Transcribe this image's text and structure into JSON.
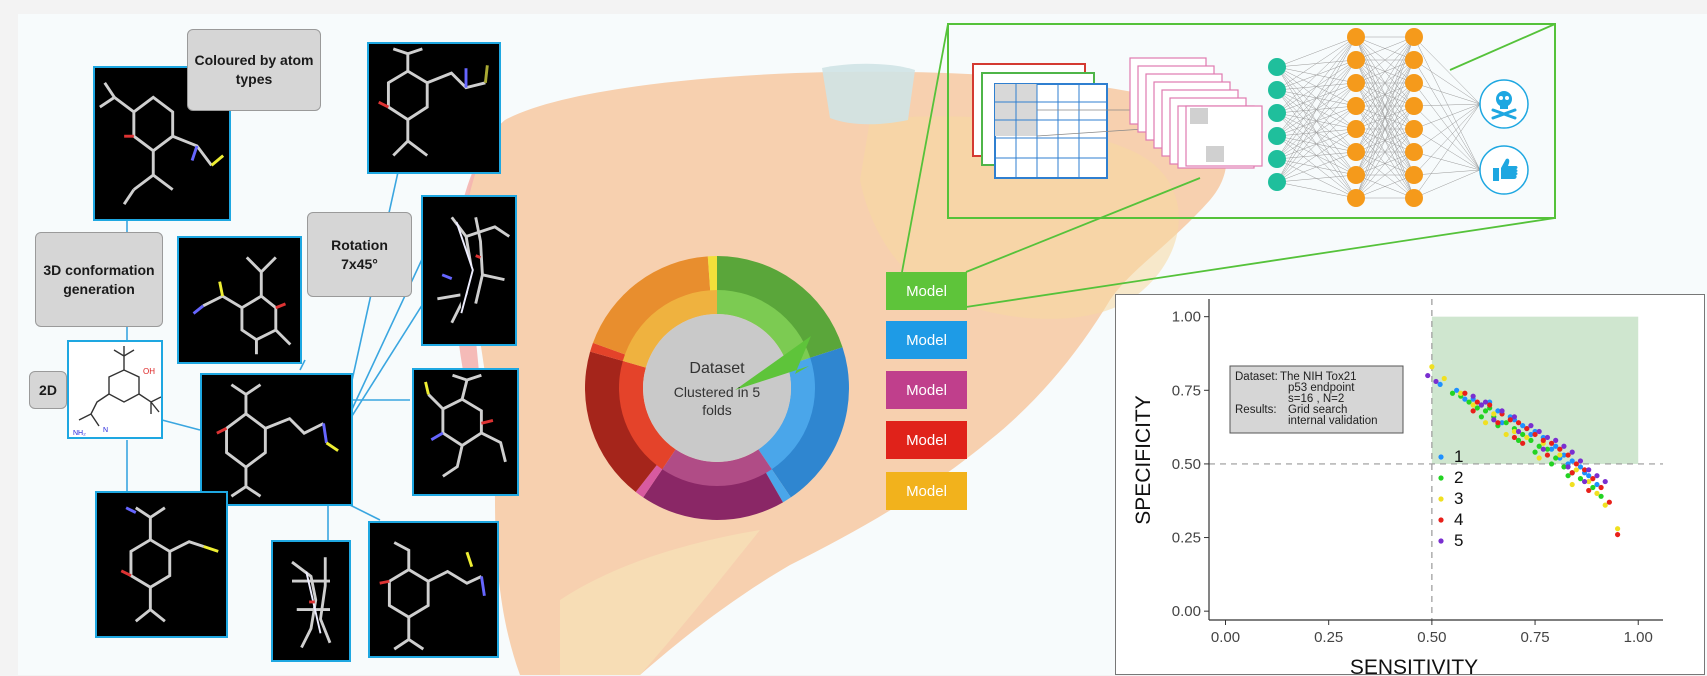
{
  "labels": {
    "coloured_by_atom_types": "Coloured by atom types",
    "conformation_generation": "3D conformation generation",
    "rotation": "Rotation 7x45°",
    "two_d": "2D"
  },
  "dataset": {
    "title": "Dataset",
    "subtitle": "Clustered in 5 folds"
  },
  "models": [
    "Model",
    "Model",
    "Model",
    "Model",
    "Model"
  ],
  "model_colors": [
    "#5ec43a",
    "#1e9be6",
    "#c03f8c",
    "#e0221a",
    "#f2b21c"
  ],
  "donut_colors": {
    "green": "#5aa63a",
    "green_light": "#7ccb52",
    "blue": "#2f86d0",
    "blue_light": "#4aa6ea",
    "purple": "#8a2766",
    "purple_light": "#b04c86",
    "red": "#a5251b",
    "red_light": "#e4432a",
    "orange": "#e88e2e",
    "orange_light": "#efb23f",
    "yellow": "#f3e03a"
  },
  "output_icons": [
    "skull-crossbones-icon",
    "thumbs-up-icon"
  ],
  "chart_data": {
    "type": "scatter",
    "xlabel": "SENSITIVITY",
    "ylabel": "SPECIFICITY",
    "xlim": [
      -0.04,
      1.06
    ],
    "ylim": [
      -0.03,
      1.06
    ],
    "xticks": [
      "0.00",
      "0.25",
      "0.50",
      "0.75",
      "1.00"
    ],
    "yticks": [
      "0.00",
      "0.25",
      "0.50",
      "0.75",
      "1.00"
    ],
    "reference_lines": {
      "x": 0.5,
      "y": 0.5
    },
    "highlight_region": {
      "x": [
        0.5,
        1.0
      ],
      "y": [
        0.5,
        1.0
      ],
      "color": "#cfe6cf"
    },
    "annotation": {
      "dataset_label": "Dataset:",
      "dataset_value": "The NIH Tox21",
      "dataset_line2": "p53 endpoint",
      "dataset_line3": "s=16 , N=2",
      "results_label": "Results:",
      "results_value": "Grid search",
      "results_line2": "internal validation"
    },
    "legend": {
      "placement": "inside-bottom-center",
      "entries": [
        "1",
        "2",
        "3",
        "4",
        "5"
      ]
    },
    "series": [
      {
        "name": "1",
        "color": "#1e90ff",
        "points": [
          [
            0.52,
            0.77
          ],
          [
            0.58,
            0.72
          ],
          [
            0.62,
            0.7
          ],
          [
            0.66,
            0.68
          ],
          [
            0.7,
            0.65
          ],
          [
            0.72,
            0.63
          ],
          [
            0.75,
            0.61
          ],
          [
            0.77,
            0.59
          ],
          [
            0.8,
            0.56
          ],
          [
            0.82,
            0.53
          ],
          [
            0.84,
            0.51
          ],
          [
            0.86,
            0.49
          ],
          [
            0.88,
            0.46
          ],
          [
            0.64,
            0.71
          ],
          [
            0.69,
            0.66
          ],
          [
            0.74,
            0.6
          ],
          [
            0.79,
            0.55
          ],
          [
            0.83,
            0.5
          ],
          [
            0.87,
            0.47
          ],
          [
            0.9,
            0.43
          ],
          [
            0.56,
            0.75
          ],
          [
            0.6,
            0.72
          ],
          [
            0.67,
            0.64
          ],
          [
            0.73,
            0.62
          ],
          [
            0.81,
            0.52
          ]
        ]
      },
      {
        "name": "2",
        "color": "#22d322",
        "points": [
          [
            0.55,
            0.74
          ],
          [
            0.59,
            0.71
          ],
          [
            0.61,
            0.69
          ],
          [
            0.63,
            0.68
          ],
          [
            0.65,
            0.66
          ],
          [
            0.68,
            0.64
          ],
          [
            0.7,
            0.62
          ],
          [
            0.72,
            0.6
          ],
          [
            0.74,
            0.58
          ],
          [
            0.76,
            0.56
          ],
          [
            0.78,
            0.55
          ],
          [
            0.8,
            0.52
          ],
          [
            0.82,
            0.49
          ],
          [
            0.84,
            0.47
          ],
          [
            0.86,
            0.45
          ],
          [
            0.89,
            0.42
          ],
          [
            0.91,
            0.39
          ],
          [
            0.62,
            0.66
          ],
          [
            0.66,
            0.63
          ],
          [
            0.71,
            0.58
          ],
          [
            0.75,
            0.54
          ],
          [
            0.79,
            0.5
          ],
          [
            0.83,
            0.46
          ],
          [
            0.57,
            0.73
          ],
          [
            0.64,
            0.69
          ]
        ]
      },
      {
        "name": "3",
        "color": "#f0e020",
        "points": [
          [
            0.5,
            0.83
          ],
          [
            0.53,
            0.79
          ],
          [
            0.57,
            0.74
          ],
          [
            0.6,
            0.7
          ],
          [
            0.65,
            0.67
          ],
          [
            0.7,
            0.61
          ],
          [
            0.73,
            0.59
          ],
          [
            0.77,
            0.57
          ],
          [
            0.81,
            0.53
          ],
          [
            0.85,
            0.48
          ],
          [
            0.88,
            0.44
          ],
          [
            0.92,
            0.36
          ],
          [
            0.95,
            0.28
          ],
          [
            0.63,
            0.64
          ],
          [
            0.68,
            0.6
          ],
          [
            0.76,
            0.52
          ],
          [
            0.84,
            0.43
          ],
          [
            0.9,
            0.4
          ]
        ]
      },
      {
        "name": "4",
        "color": "#e8201a",
        "points": [
          [
            0.58,
            0.74
          ],
          [
            0.61,
            0.71
          ],
          [
            0.64,
            0.7
          ],
          [
            0.67,
            0.67
          ],
          [
            0.69,
            0.65
          ],
          [
            0.71,
            0.64
          ],
          [
            0.73,
            0.62
          ],
          [
            0.75,
            0.6
          ],
          [
            0.77,
            0.58
          ],
          [
            0.79,
            0.57
          ],
          [
            0.81,
            0.55
          ],
          [
            0.83,
            0.53
          ],
          [
            0.85,
            0.5
          ],
          [
            0.87,
            0.48
          ],
          [
            0.89,
            0.45
          ],
          [
            0.91,
            0.42
          ],
          [
            0.93,
            0.37
          ],
          [
            0.95,
            0.26
          ],
          [
            0.66,
            0.64
          ],
          [
            0.72,
            0.57
          ],
          [
            0.78,
            0.53
          ],
          [
            0.84,
            0.47
          ],
          [
            0.88,
            0.41
          ],
          [
            0.6,
            0.68
          ],
          [
            0.7,
            0.59
          ]
        ]
      },
      {
        "name": "5",
        "color": "#7a2fd0",
        "points": [
          [
            0.49,
            0.8
          ],
          [
            0.51,
            0.78
          ],
          [
            0.6,
            0.73
          ],
          [
            0.63,
            0.71
          ],
          [
            0.67,
            0.68
          ],
          [
            0.7,
            0.66
          ],
          [
            0.74,
            0.63
          ],
          [
            0.76,
            0.61
          ],
          [
            0.78,
            0.59
          ],
          [
            0.8,
            0.58
          ],
          [
            0.82,
            0.56
          ],
          [
            0.84,
            0.54
          ],
          [
            0.86,
            0.51
          ],
          [
            0.88,
            0.48
          ],
          [
            0.9,
            0.46
          ],
          [
            0.92,
            0.44
          ],
          [
            0.65,
            0.65
          ],
          [
            0.71,
            0.61
          ],
          [
            0.77,
            0.55
          ],
          [
            0.83,
            0.49
          ],
          [
            0.87,
            0.44
          ],
          [
            0.62,
            0.7
          ]
        ]
      }
    ]
  }
}
